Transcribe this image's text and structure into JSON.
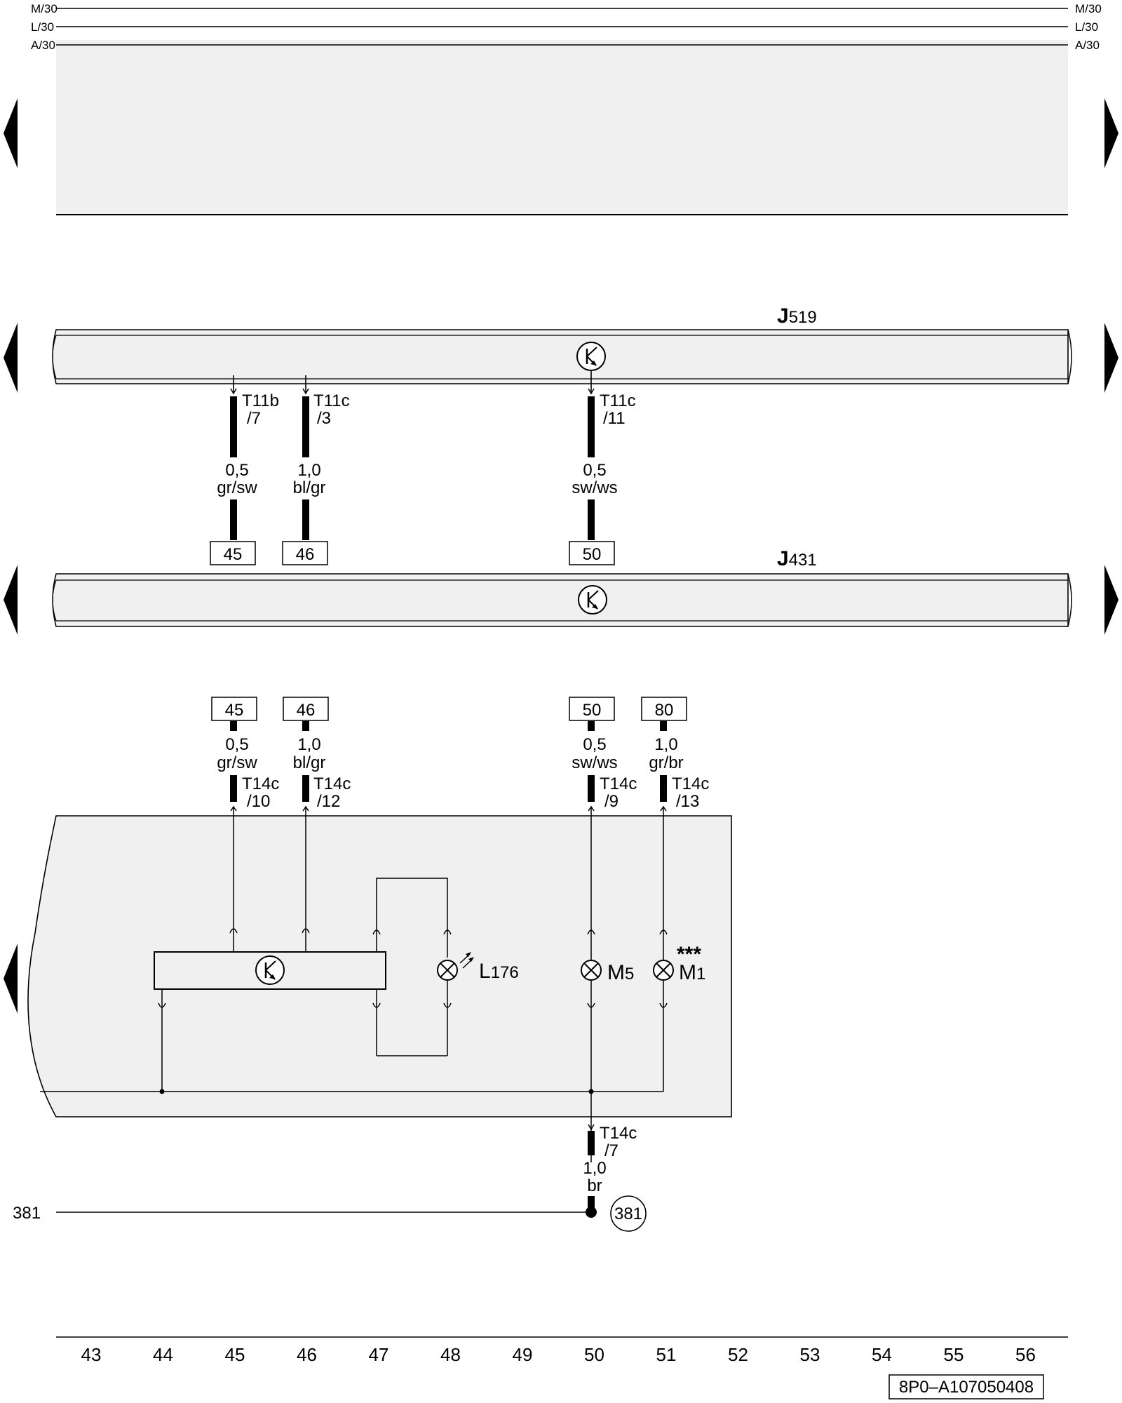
{
  "rails": [
    "M/30",
    "L/30",
    "A/30"
  ],
  "components": {
    "j519": {
      "letter": "J",
      "number": "519"
    },
    "j431": {
      "letter": "J",
      "number": "431"
    },
    "l176": {
      "letter": "L",
      "number": "176"
    },
    "m5": {
      "letter": "M",
      "number": "5"
    },
    "m1": {
      "letter": "M",
      "number": "1",
      "note": "***"
    }
  },
  "top_wires": [
    {
      "connector": "T11b",
      "pin": "/7",
      "size": "0,5",
      "color": "gr/sw",
      "ref": "45"
    },
    {
      "connector": "T11c",
      "pin": "/3",
      "size": "1,0",
      "color": "bl/gr",
      "ref": "46"
    },
    {
      "connector": "T11c",
      "pin": "/11",
      "size": "0,5",
      "color": "sw/ws",
      "ref": "50"
    }
  ],
  "bottom_wires": [
    {
      "ref": "45",
      "size": "0,5",
      "color": "gr/sw",
      "connector": "T14c",
      "pin": "/10"
    },
    {
      "ref": "46",
      "size": "1,0",
      "color": "bl/gr",
      "connector": "T14c",
      "pin": "/12"
    },
    {
      "ref": "50",
      "size": "0,5",
      "color": "sw/ws",
      "connector": "T14c",
      "pin": "/9"
    },
    {
      "ref": "80",
      "size": "1,0",
      "color": "gr/br",
      "connector": "T14c",
      "pin": "/13"
    }
  ],
  "ground": {
    "connector": "T14c",
    "pin": "/7",
    "size": "1,0",
    "color": "br",
    "line_label": "381",
    "point_label": "381"
  },
  "scale": [
    "43",
    "44",
    "45",
    "46",
    "47",
    "48",
    "49",
    "50",
    "51",
    "52",
    "53",
    "54",
    "55",
    "56"
  ],
  "diagram_id": "8P0–A107050408"
}
